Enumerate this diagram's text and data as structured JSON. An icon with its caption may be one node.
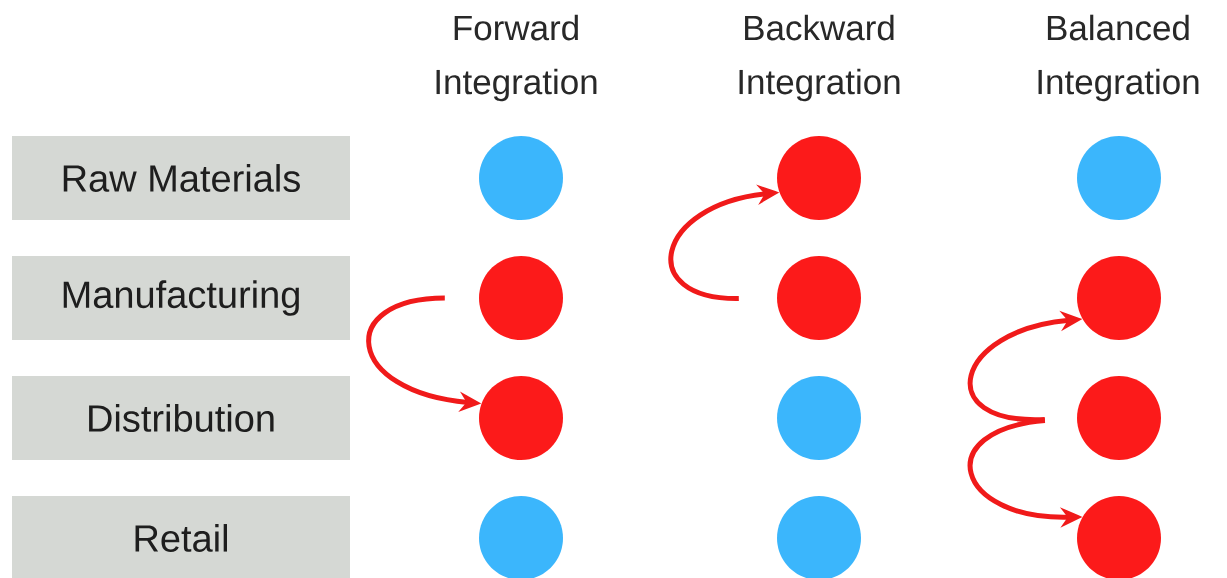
{
  "diagram": {
    "nodes": [
      {
        "text": [
          "Raw Materials"
        ]
      },
      {
        "text": [],
        "shape": "circle"
      },
      {
        "text": [],
        "shape": "circle"
      },
      {
        "text": [],
        "shape": "circle"
      },
      {
        "text": [
          "Manufacturing"
        ]
      },
      {
        "text": [],
        "shape": "circle"
      },
      {
        "text": [],
        "shape": "circle"
      },
      {
        "text": [],
        "shape": "circle"
      },
      {
        "text": [
          "Distribution"
        ]
      },
      {
        "text": [],
        "shape": "circle"
      },
      {
        "text": [],
        "shape": "circle"
      },
      {
        "text": [],
        "shape": "circle"
      },
      {
        "text": [
          "Retail"
        ]
      },
      {
        "text": [],
        "shape": "circle"
      },
      {
        "text": [],
        "shape": "circle"
      },
      {
        "text": [],
        "shape": "circle"
      }
    ],
    "edges": [
      {
        "from": 5,
        "to": 9,
        "arrow": "to"
      },
      {
        "from": 6,
        "to": 2,
        "arrow": "to"
      },
      {
        "from": 11,
        "to": 7,
        "arrow": "to"
      },
      {
        "from": 11,
        "to": 15,
        "arrow": "to"
      }
    ],
    "labels": [
      "Forward Integration",
      "Backward Integration",
      "Balanced Integration"
    ]
  }
}
